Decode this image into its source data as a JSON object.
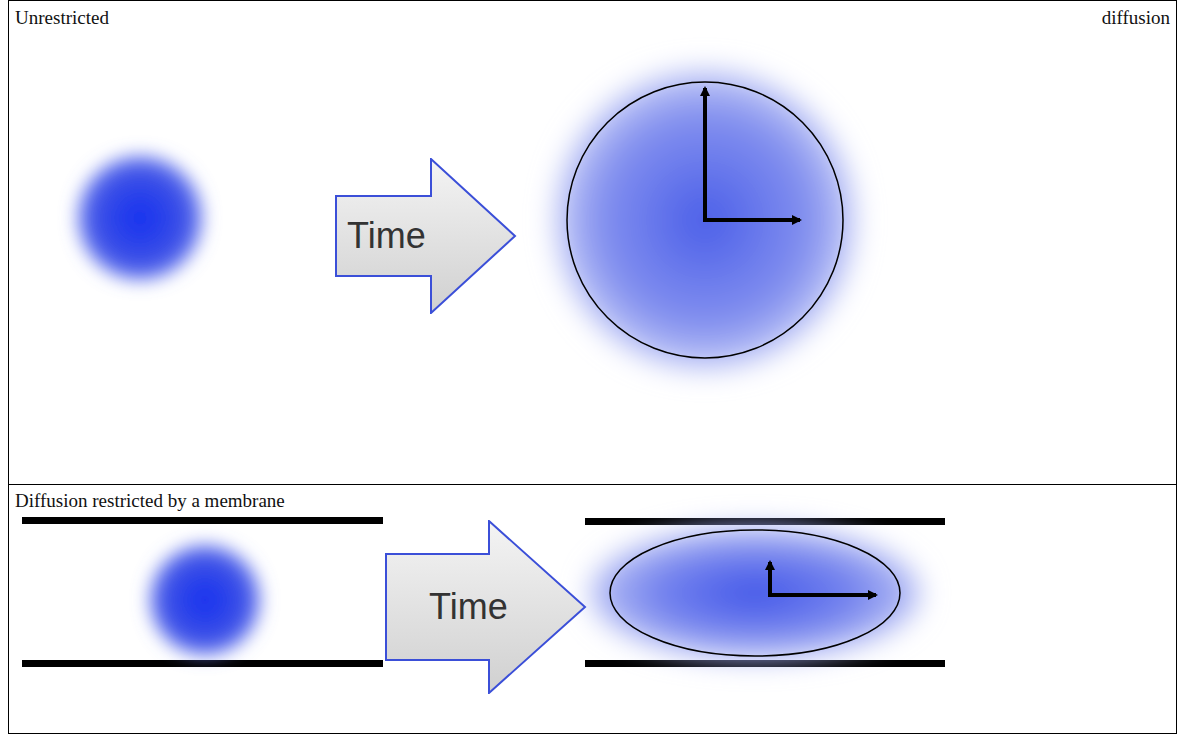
{
  "diagram": {
    "nodes": [
      {
        "text": [
          "Time"
        ]
      },
      {
        "text": [
          "Time"
        ]
      }
    ],
    "labels": [
      "Unrestricted",
      "diffusion",
      "Diffusion restricted by a membrane"
    ]
  }
}
